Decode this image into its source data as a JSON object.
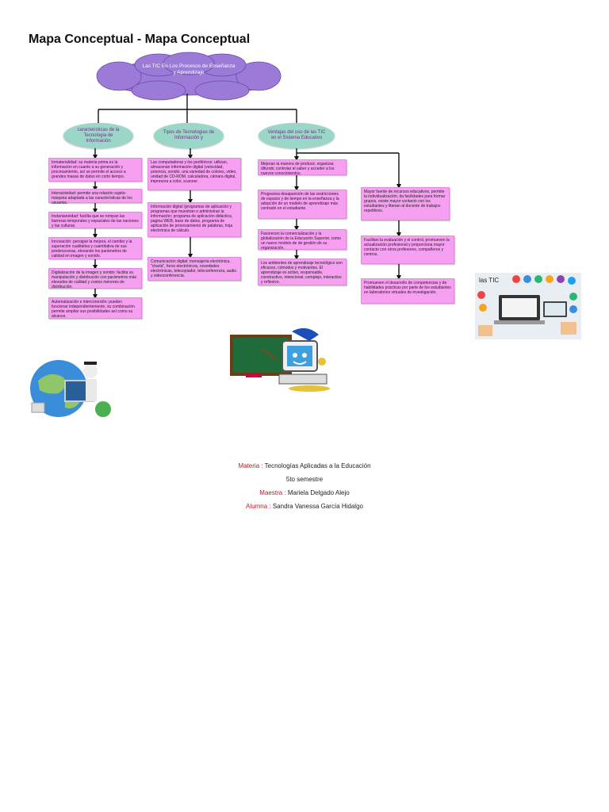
{
  "page_title": "Mapa Conceptual - Mapa Conceptual",
  "central_node": "Las TIC En Los Procesos de Enseñanza y Aprendizaje",
  "branches": [
    {
      "label": "caracteristicas de la Tecnologia de Información",
      "items": [
        "Inmaterialidad: su materia prima es la información en cuanto a su generación y procesamiento, así se permite el acceso a grandes masas de datos en corto tiempo.",
        "Interactividad: permite una relación sujeto-máquina adaptada a las características de los usuarios.",
        "Instantaneidad: facilita que se rompan las barreras temporales y espaciales de las naciones y las culturas.",
        "Innovación: persigue la mejora, el cambio y la superación cualitativa y cuantitativa de sus predecesoras, elevando los parámetros de calidad en imagen y sonido.",
        "Digitalización de la imagen y sonido: facilita su manipulación y distribución con parámetros más elevados de calidad y costos menores de distribución.",
        "Automatización e interconexión: pueden funcionar independientemente, su combinación permite ampliar sus posibilidades así como su alcance."
      ]
    },
    {
      "label": "Tipos de Tecnologias de Información y",
      "items": [
        "Las computadoras y los periféricos: utilizan, almacenan información digital (velocidad, potencia, sonido, una variedad de colores, video, unidad de CD-ROM, calculadora, cámara digital, impresora a color, scanner.",
        "Información digital (programas de aplicación y programas que muestran o administran la información: programa de aplicación didáctica, pagina WEB, base de datos, programa de aplicación de procesamiento de palabras, hoja electrónica de cálculo.",
        "Comunicación digital: mensajería electrónica, \"charla\", foros electrónicos, novedades electrónicas, telecopiador, teleconferencia, audio y videoconferencia."
      ]
    },
    {
      "label": "Ventajas del uso de las TIC en el Sistema Educativo",
      "items": [
        "Mejoran la manera de producir, organizar, difundir, controlar el saber y acceder a los nuevos conocimientos.",
        "Progresiva desaparición de las restricciones de espacio y de tiempo en la enseñanza y la adopción de un modelo de aprendizaje más centrado en el estudiante.",
        "Favorecen la comercialización y la globalización de la Educación Superior, como un nuevo modelo de de gestión de su organización.",
        "Los ambientes de aprendizaje tecnológico son eficaces, cómodos y motivantes. El aprendizaje es activo, responsable, constructivo, intencional, complejo, interactivo y reflexivo."
      ],
      "items_right": [
        "Mayor fuente de recursos educativos, permite la individualización, da facilidades para formar grupos, existe mayor contacto con los estudiantes y liberan al docente de trabajos repetitivos.",
        "Facilitan la evaluación y el control, promueven la actualización profesional y proporciona mayor contacto con otros profesores, compañeros y centros.",
        "Promueven el desarrollo de competencias y de habilidades prácticas por parte de los estudiantes en laboratorios virtuales de investigación."
      ]
    }
  ],
  "image_label": "las TIC",
  "credits": {
    "materia_label": "Materia :",
    "materia_value": "Tecnologías Aplicadas a la Educación",
    "semestre": "5to semestre",
    "maestra_label": "Maestra :",
    "maestra_value": "Mariela Delgado Alejo",
    "alumna_label": "Alumna :",
    "alumna_value": "Sandra Vanessa García Hidalgo"
  },
  "colors": {
    "cloud": "#9c7ad8",
    "oval": "#9bd7c8",
    "box": "#f7a0f2",
    "label_red": "#b8202a"
  }
}
